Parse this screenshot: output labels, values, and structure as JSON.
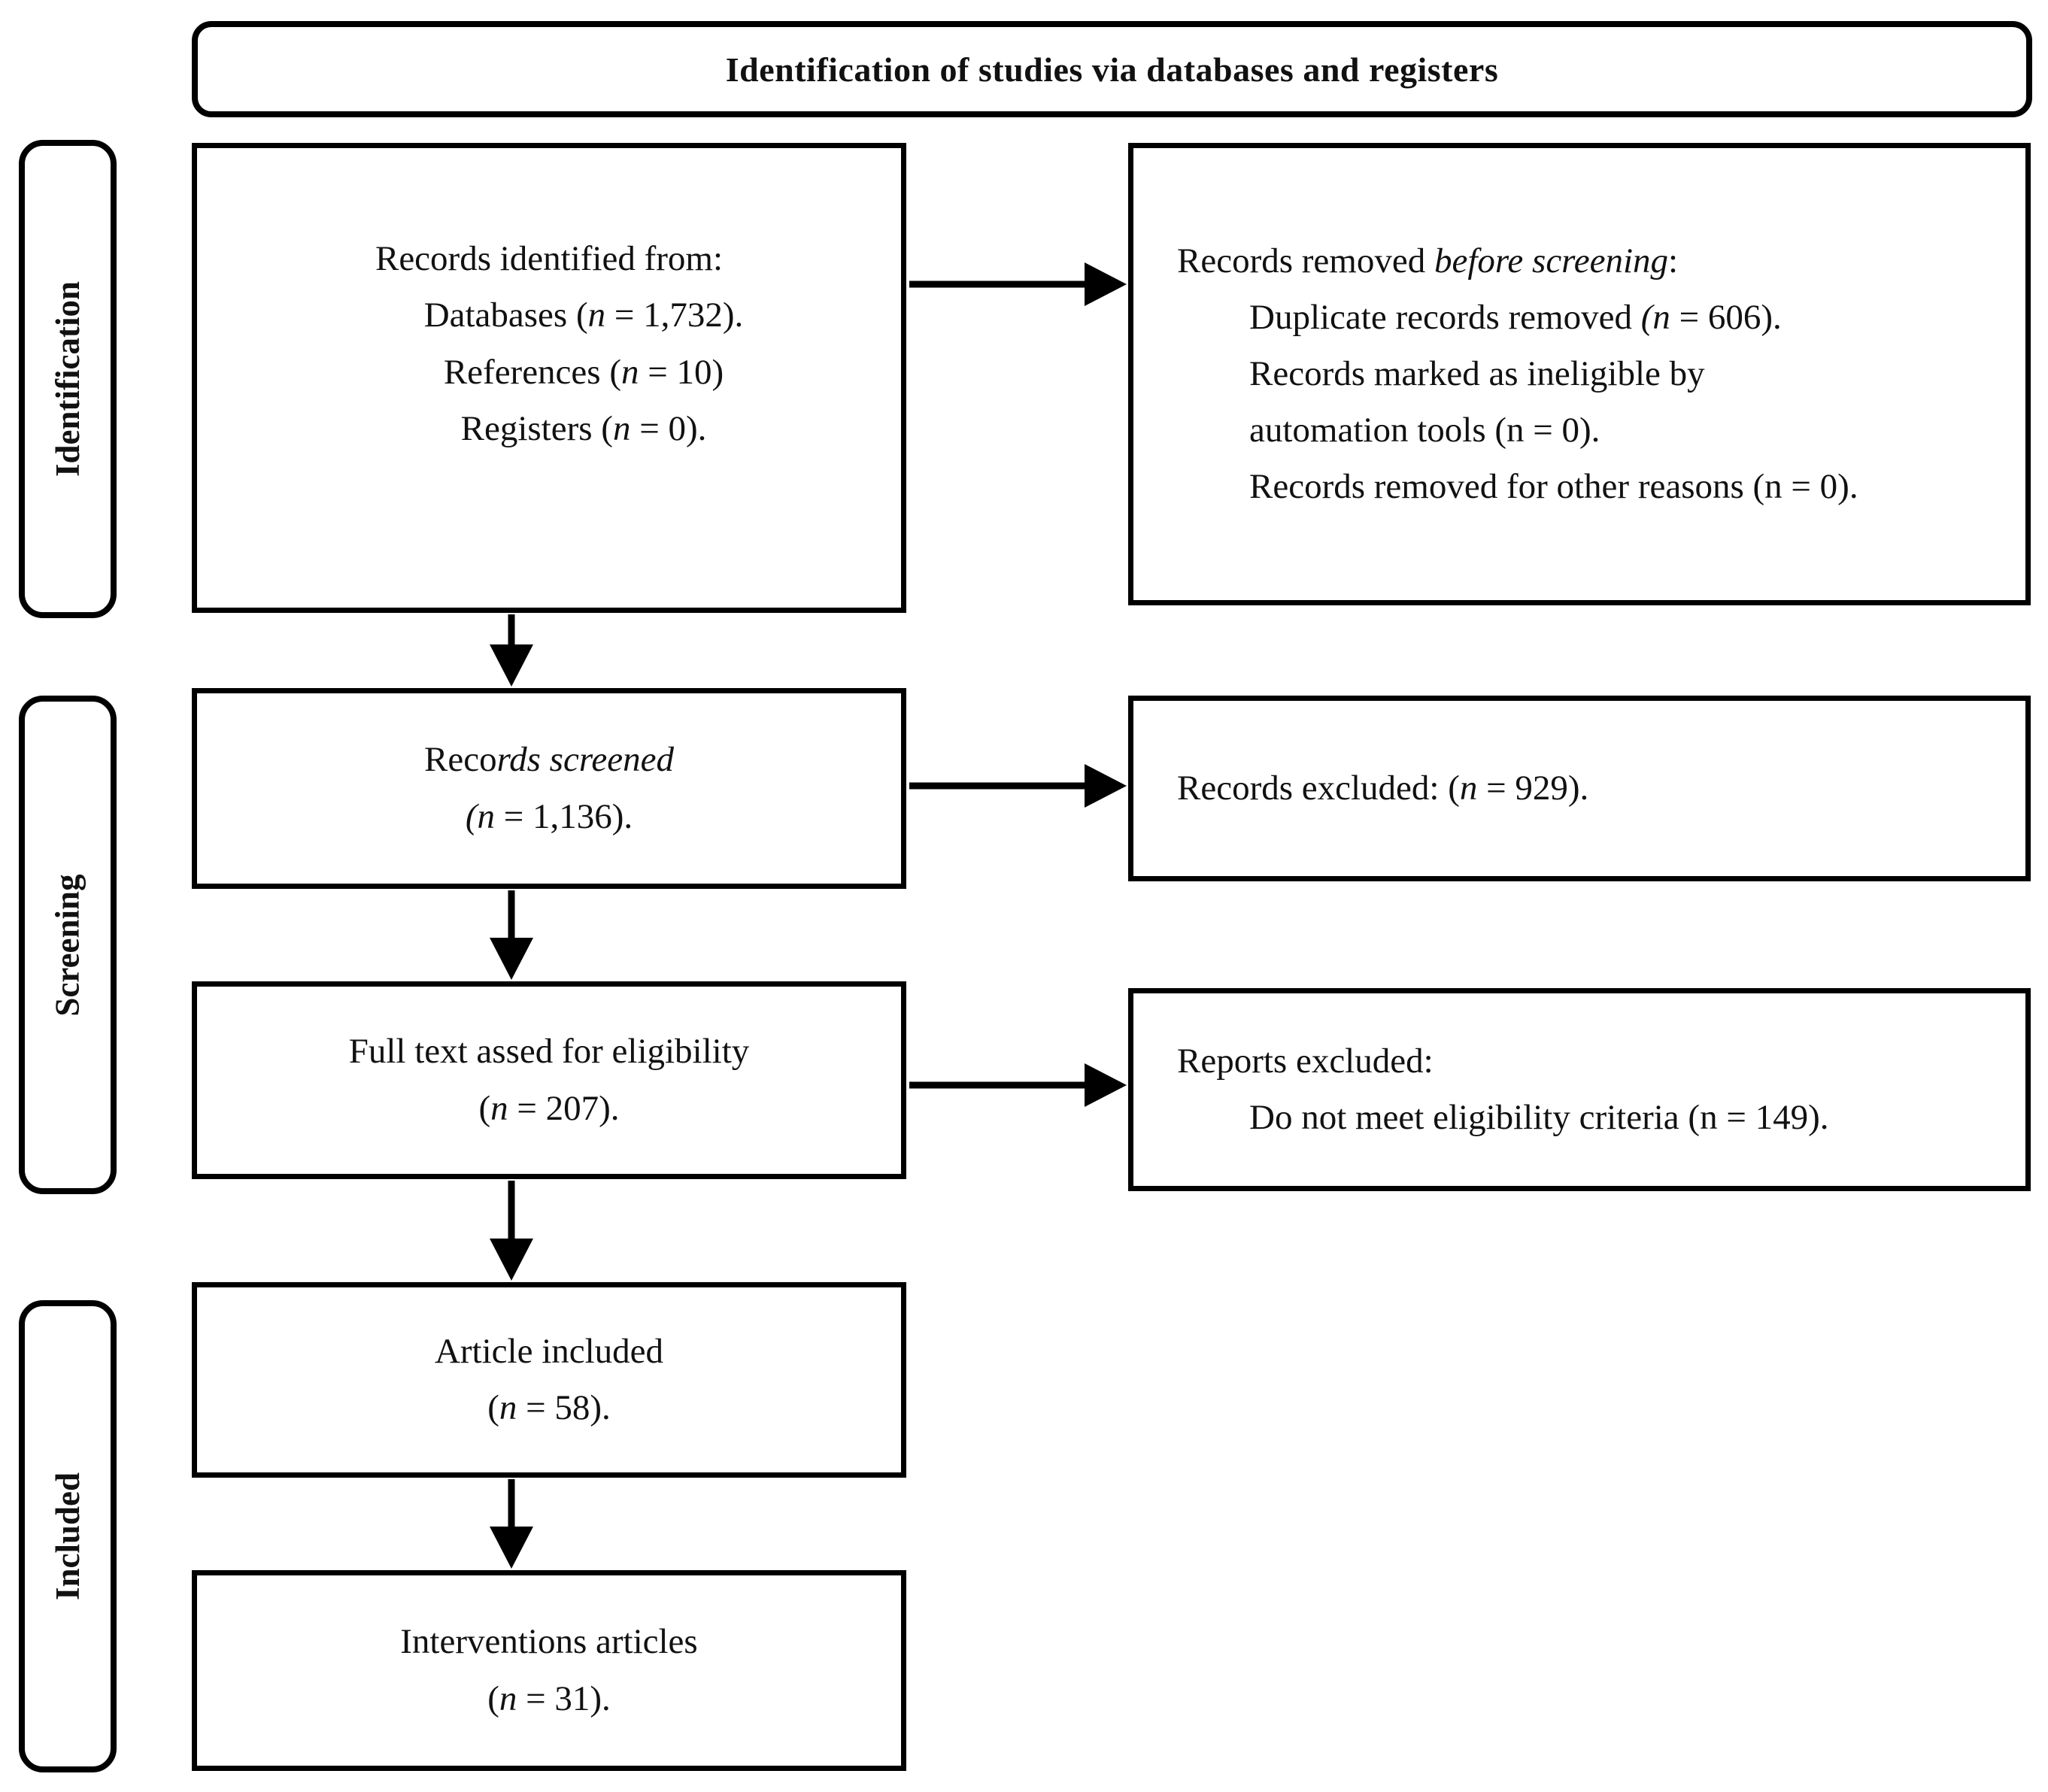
{
  "title": "Identification of studies via databases and registers",
  "sidebar": {
    "identification": "Identification",
    "screening": "Screening",
    "included": "Included"
  },
  "boxes": {
    "identified": {
      "heading": "Records identified from:",
      "item1_pre": "Databases (",
      "item1_n": "n",
      "item1_post": " = 1,732).",
      "item2_pre": "References (",
      "item2_n": "n",
      "item2_post": " = 10)",
      "item3_pre": "Registers (",
      "item3_n": "n",
      "item3_post": " = 0)."
    },
    "removed": {
      "heading_pre": "Records removed ",
      "heading_italic": "before screening",
      "heading_post": ":",
      "item1_pre": "Duplicate records removed ",
      "item1_italic": "(n",
      "item1_post": " = 606).",
      "item2_line1": "Records marked as ineligible by",
      "item2_line2": "automation tools (n = 0).",
      "item3": "Records removed for other reasons (n = 0)."
    },
    "screened": {
      "line1_pre": "Reco",
      "line1_italic": "rds screened",
      "line2_italic": "(n",
      "line2_post": " = 1,136)."
    },
    "records_excluded": {
      "pre": "Records excluded: (",
      "n": "n",
      "post": " = 929)."
    },
    "fulltext": {
      "line1": "Full text assed for eligibility",
      "line2_pre": "(",
      "line2_n": "n",
      "line2_post": " = 207)."
    },
    "reports_excluded": {
      "heading": "Reports excluded:",
      "item1": "Do not meet eligibility criteria (n = 149)."
    },
    "article_included": {
      "line1": "Article included",
      "line2_pre": "(",
      "line2_n": "n",
      "line2_post": " = 58)."
    },
    "interventions": {
      "line1": "Interventions articles",
      "line2_pre": "(",
      "line2_n": "n",
      "line2_post": " = 31)."
    }
  },
  "colors": {
    "line": "#000000",
    "text": "#111111",
    "background": "#ffffff"
  }
}
